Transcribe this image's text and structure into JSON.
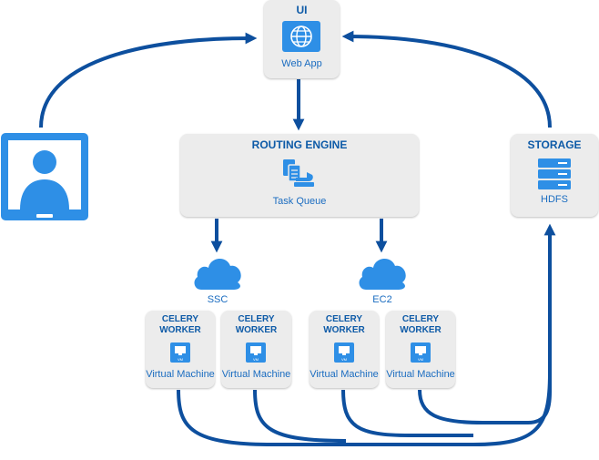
{
  "ui": {
    "title": "UI",
    "subtitle": "Web App"
  },
  "routing": {
    "title": "ROUTING ENGINE",
    "subtitle": "Task Queue"
  },
  "storage": {
    "title": "STORAGE",
    "subtitle": "HDFS"
  },
  "clouds": [
    {
      "label": "SSC"
    },
    {
      "label": "EC2"
    }
  ],
  "workers": [
    {
      "title_line1": "CELERY",
      "title_line2": "WORKER",
      "label": "Virtual Machine",
      "icon_text": "VM"
    },
    {
      "title_line1": "CELERY",
      "title_line2": "WORKER",
      "label": "Virtual Machine",
      "icon_text": "VM"
    },
    {
      "title_line1": "CELERY",
      "title_line2": "WORKER",
      "label": "Virtual Machine",
      "icon_text": "VM"
    },
    {
      "title_line1": "CELERY",
      "title_line2": "WORKER",
      "label": "Virtual Machine",
      "icon_text": "VM"
    }
  ],
  "colors": {
    "arrow": "#0d4f9e",
    "box": "#ececec",
    "accent": "#2e8fe6",
    "title": "#0d5aa7"
  }
}
